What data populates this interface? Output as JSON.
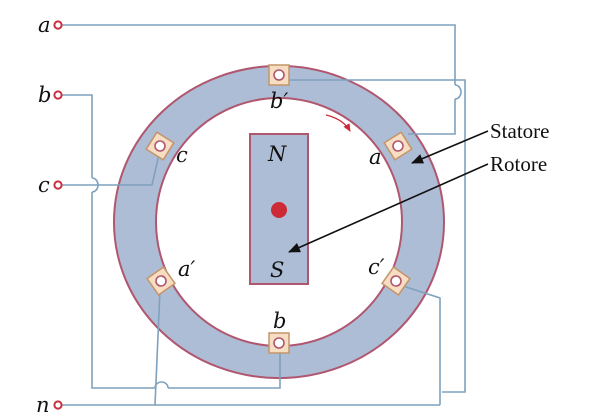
{
  "terminals": {
    "a": "a",
    "b": "b",
    "c": "c",
    "n": "n"
  },
  "slots": {
    "b_prime": "b′",
    "a": "a",
    "c": "c",
    "a_prime": "a′",
    "c_prime": "c′",
    "b": "b"
  },
  "rotor": {
    "north": "N",
    "south": "S"
  },
  "callouts": {
    "stator": "Statore",
    "rotor": "Rotore"
  },
  "colors": {
    "stator_fill": "#aebdd6",
    "stator_stroke": "#b0576f",
    "rotor_fill": "#aebdd6",
    "rotor_stroke": "#b0576f",
    "wire": "#7fa1bd",
    "terminal": "#c9303f",
    "slot_fill": "#f7ddc1",
    "slot_stroke": "#c2956b",
    "rotor_axis": "#cc2a36",
    "rotation_arrow": "#cc2a36",
    "text": "#111111"
  }
}
